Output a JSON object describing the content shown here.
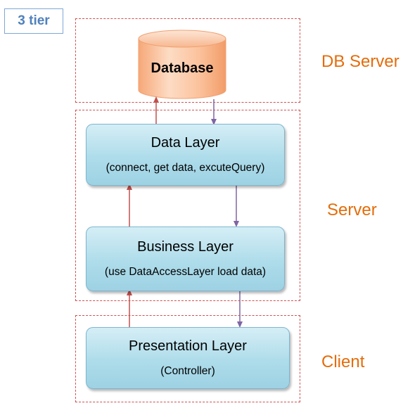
{
  "title": "3 tier",
  "zones": {
    "db_server": "DB Server",
    "server": "Server",
    "client": "Client"
  },
  "database": {
    "label": "Database"
  },
  "layers": {
    "data": {
      "title": "Data Layer",
      "subtitle": "(connect, get data, excuteQuery)"
    },
    "business": {
      "title": "Business Layer",
      "subtitle": "(use DataAccessLayer load data)"
    },
    "presentation": {
      "title": "Presentation Layer",
      "subtitle": "(Controller)"
    }
  },
  "colors": {
    "zone_label": "#e46c0a",
    "title": "#4f81bd",
    "arrow_up": "#c0504d",
    "arrow_down": "#8064a2",
    "zone_border": "#d05050",
    "database": "#f9b48a"
  }
}
